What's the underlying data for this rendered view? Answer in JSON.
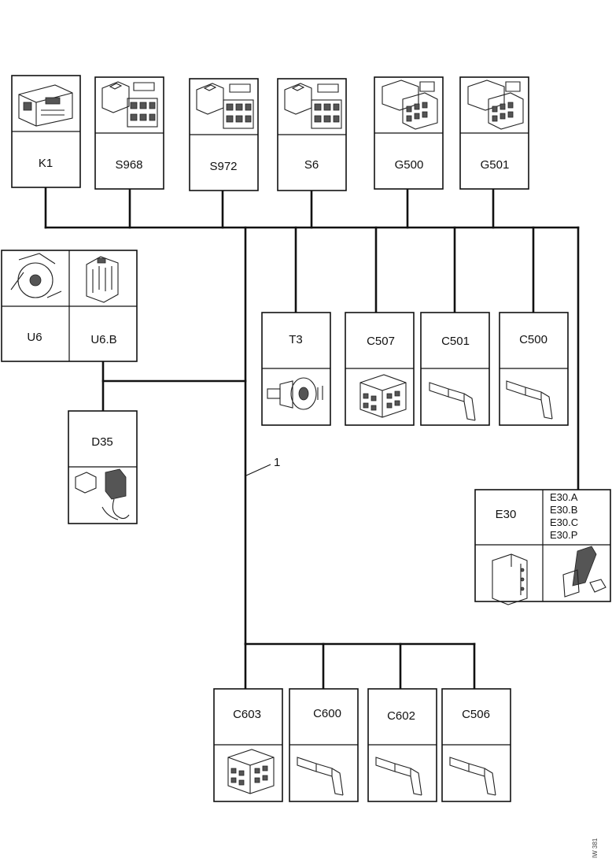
{
  "components": {
    "K1": "K1",
    "S968": "S968",
    "S972": "S972",
    "S6": "S6",
    "G500": "G500",
    "G501": "G501",
    "U6": "U6",
    "U6B": "U6.B",
    "D35": "D35",
    "T3": "T3",
    "C507": "C507",
    "C501": "C501",
    "C500": "C500",
    "E30": "E30",
    "E30A": "E30.A",
    "E30B": "E30.B",
    "E30C": "E30.C",
    "E30P": "E30.P",
    "C603": "C603",
    "C600": "C600",
    "C602": "C602",
    "C506": "C506"
  },
  "callout": "1",
  "reference": "IW 381"
}
